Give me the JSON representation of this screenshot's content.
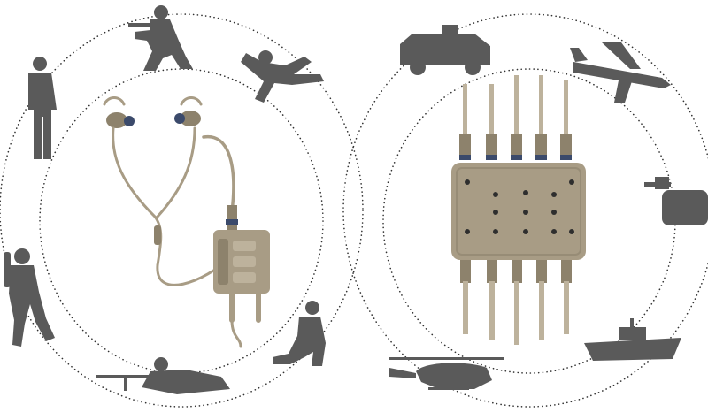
{
  "scene": {
    "colors": {
      "background": "#ffffff",
      "silhouette": "#5a5a5a",
      "ring": "#333333",
      "equipment_tan": "#a89c85",
      "equipment_dark": "#8d826c",
      "connector_blue": "#3b4a6b"
    },
    "left_group": {
      "device": "headset-with-control-unit",
      "silhouettes": [
        "standing-soldier",
        "kneeling-rifleman",
        "skydiver",
        "scuba-diver",
        "prone-sniper",
        "kneeling-soldier"
      ]
    },
    "right_group": {
      "device": "multi-port-hub",
      "port_count_top": 5,
      "port_count_bottom": 5,
      "silhouettes": [
        "armored-vehicle",
        "cargo-aircraft",
        "tank",
        "patrol-boat",
        "helicopter"
      ]
    }
  }
}
